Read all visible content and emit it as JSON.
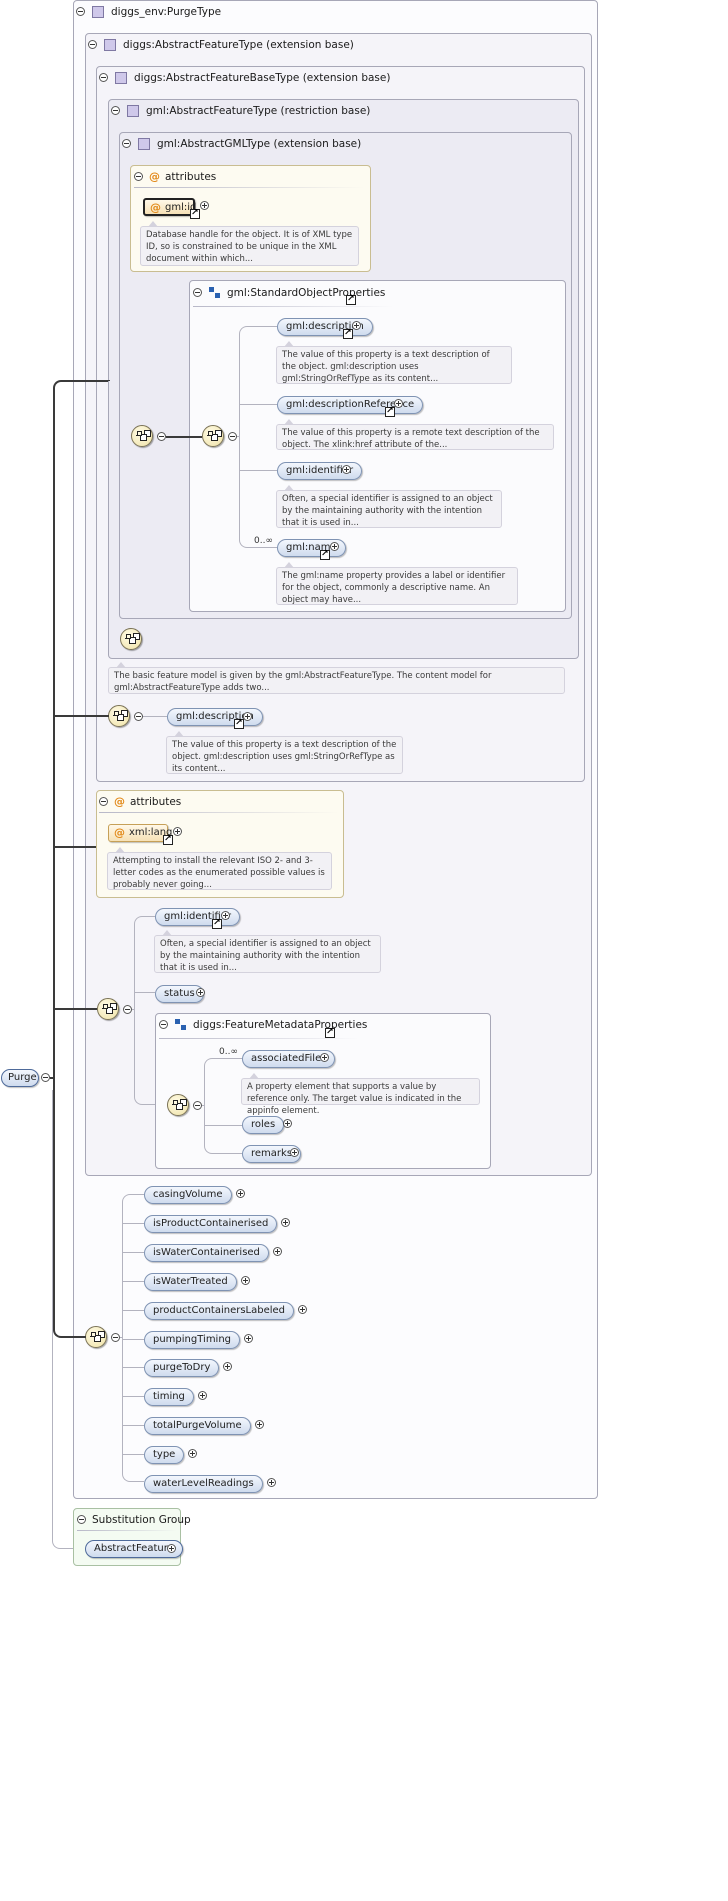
{
  "purge_type": {
    "title": "diggs_env:PurgeType",
    "abstract_feature_type": {
      "title": "diggs:AbstractFeatureType (extension base)",
      "abstract_feature_base_type": {
        "title": "diggs:AbstractFeatureBaseType (extension base)",
        "gml_abstract_feature_type": {
          "title": "gml:AbstractFeatureType (restriction base)",
          "gml_abstract_gml_type": {
            "title": "gml:AbstractGMLType (extension base)",
            "attributes": {
              "title": "attributes",
              "gml_id": "gml:id",
              "gml_id_doc": "Database handle for the object. It is of XML type ID, so is constrained to be unique in the XML document within which..."
            },
            "standard_object_properties": {
              "title": "gml:StandardObjectProperties",
              "items": [
                {
                  "name": "gml:description",
                  "doc": "The value of this property is a text description of the object. gml:description uses gml:StringOrRefType as its content..."
                },
                {
                  "name": "gml:descriptionReference",
                  "doc": "The value of this property is a remote text description of the object. The xlink:href attribute of the..."
                },
                {
                  "name": "gml:identifier",
                  "doc": "Often, a special identifier is assigned to an object by the maintaining authority with the intention that it is used in..."
                },
                {
                  "name": "gml:name",
                  "cardinality": "0..∞",
                  "doc": "The gml:name property provides a label or identifier for the object, commonly a descriptive name. An object may have..."
                }
              ]
            }
          }
        },
        "base_doc": "The basic feature model is given by the gml:AbstractFeatureType. The content model for gml:AbstractFeatureType adds two...",
        "description": {
          "name": "gml:description",
          "doc": "The value of this property is a text description of the object. gml:description uses gml:StringOrRefType as its content..."
        }
      },
      "attributes": {
        "title": "attributes",
        "xml_lang": "xml:lang",
        "xml_lang_doc": "Attempting to install the relevant ISO 2- and 3-letter codes as the enumerated possible values is probably never going..."
      },
      "identifier": {
        "name": "gml:identifier",
        "doc": "Often, a special identifier is assigned to an object by the maintaining authority with the intention that it is used in..."
      },
      "status": "status",
      "feature_metadata": {
        "title": "diggs:FeatureMetadataProperties",
        "associated_files": {
          "name": "associatedFiles",
          "cardinality": "0..∞",
          "doc": "A property element that supports a value by reference only. The target value is indicated in the appinfo element."
        },
        "roles": "roles",
        "remarks": "remarks"
      }
    },
    "purge_elements": [
      "casingVolume",
      "isProductContainerised",
      "isWaterContainerised",
      "isWaterTreated",
      "productContainersLabeled",
      "pumpingTiming",
      "purgeToDry",
      "timing",
      "totalPurgeVolume",
      "type",
      "waterLevelReadings"
    ]
  },
  "root_element": "Purge",
  "substitution_group": {
    "title": "Substitution Group",
    "item": "AbstractFeature"
  }
}
